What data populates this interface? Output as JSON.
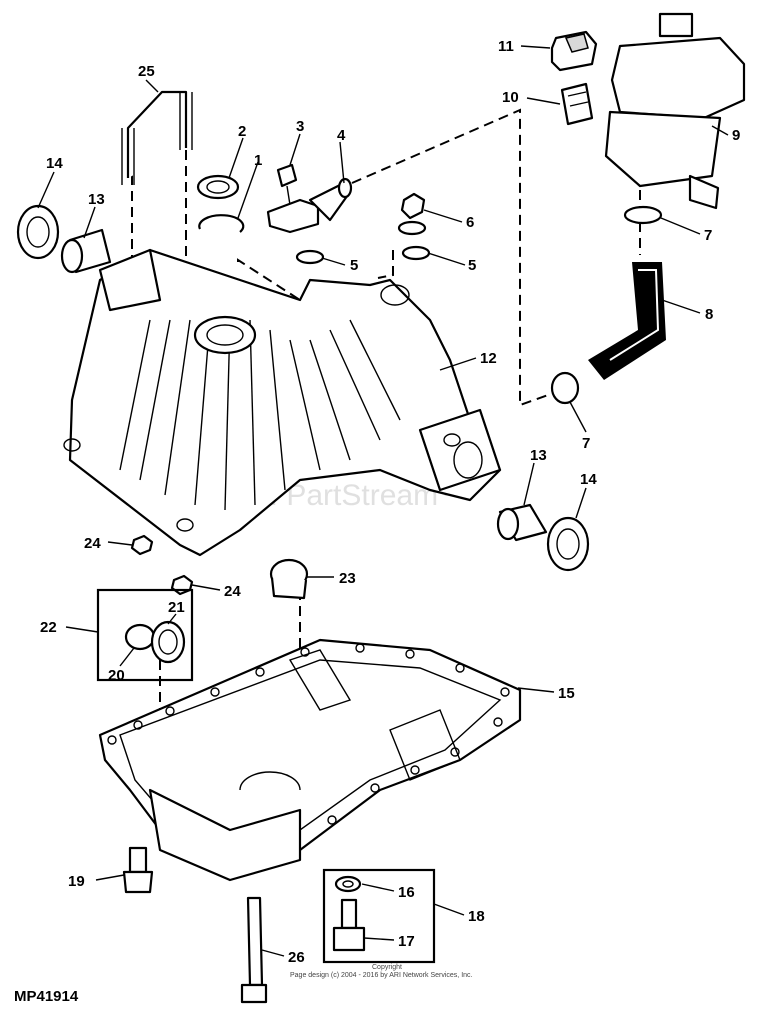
{
  "diagram_id": "MP41914",
  "watermark": "ARI PartStream™",
  "footer": {
    "line1": "Copyright",
    "line2": "Page design (c) 2004 - 2016 by ARI Network Services, Inc."
  },
  "callouts": {
    "c1": "1",
    "c2": "2",
    "c3": "3",
    "c4": "4",
    "c5a": "5",
    "c5b": "5",
    "c6": "6",
    "c7a": "7",
    "c7b": "7",
    "c8": "8",
    "c9": "9",
    "c10": "10",
    "c11": "11",
    "c12": "12",
    "c13a": "13",
    "c13b": "13",
    "c14a": "14",
    "c14b": "14",
    "c15": "15",
    "c16": "16",
    "c17": "17",
    "c18": "18",
    "c19": "19",
    "c20": "20",
    "c21": "21",
    "c22": "22",
    "c23": "23",
    "c24a": "24",
    "c24b": "24",
    "c25": "25",
    "c26": "26"
  }
}
